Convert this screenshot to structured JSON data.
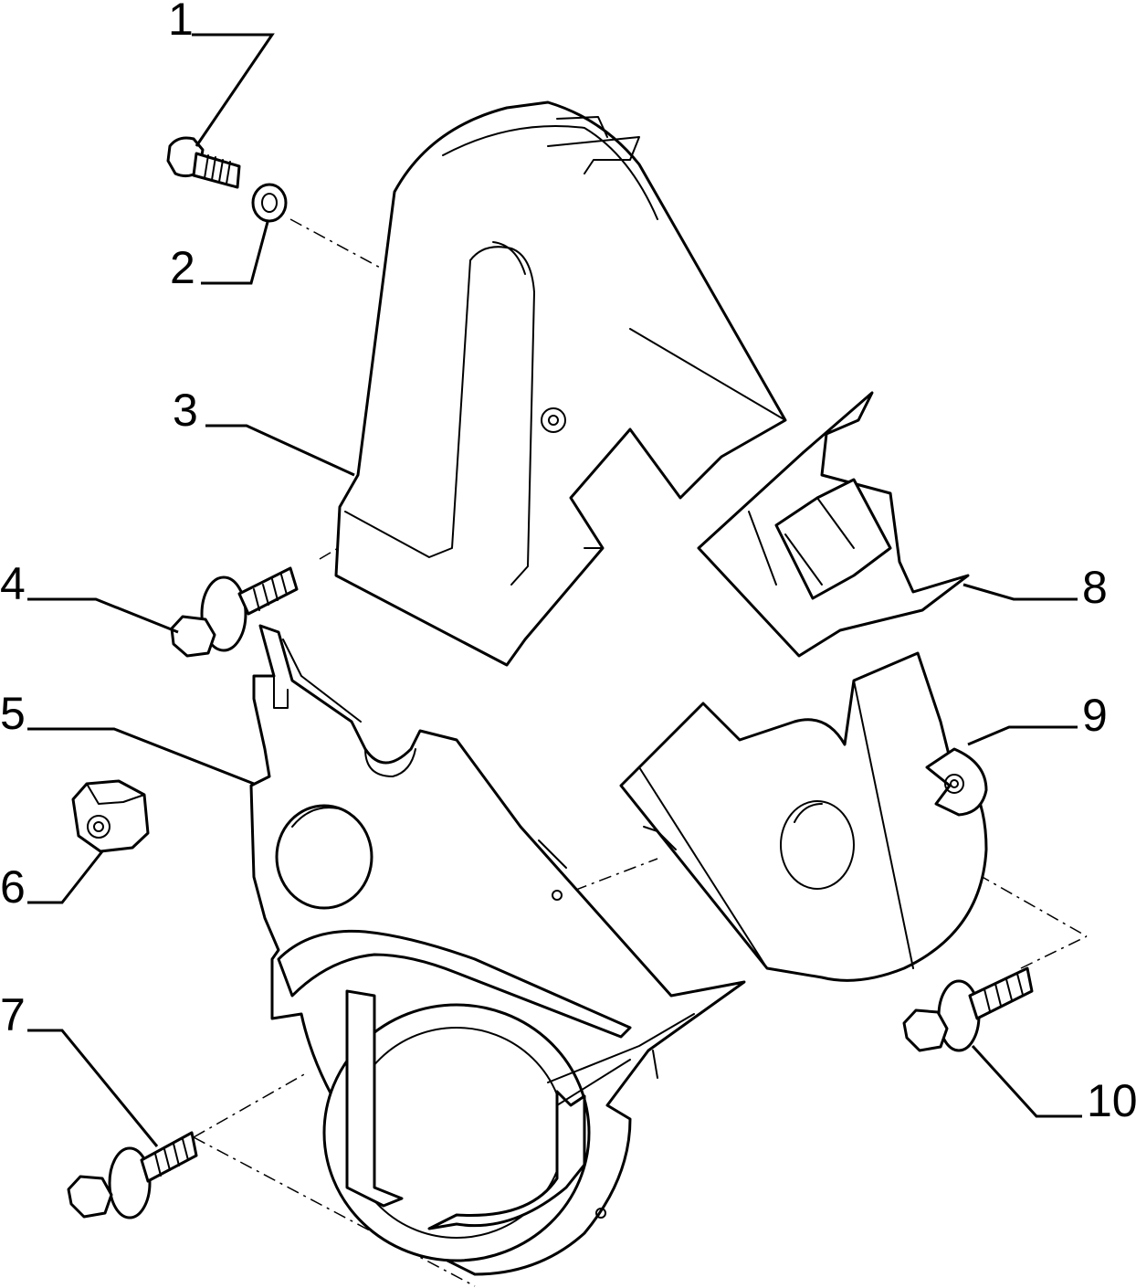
{
  "callouts": [
    {
      "id": 1,
      "label": "1"
    },
    {
      "id": 2,
      "label": "2"
    },
    {
      "id": 3,
      "label": "3"
    },
    {
      "id": 4,
      "label": "4"
    },
    {
      "id": 5,
      "label": "5"
    },
    {
      "id": 6,
      "label": "6"
    },
    {
      "id": 7,
      "label": "7"
    },
    {
      "id": 8,
      "label": "8"
    },
    {
      "id": 9,
      "label": "9"
    },
    {
      "id": 10,
      "label": "10"
    }
  ],
  "colors": {
    "line": "#000000",
    "background": "#ffffff"
  }
}
